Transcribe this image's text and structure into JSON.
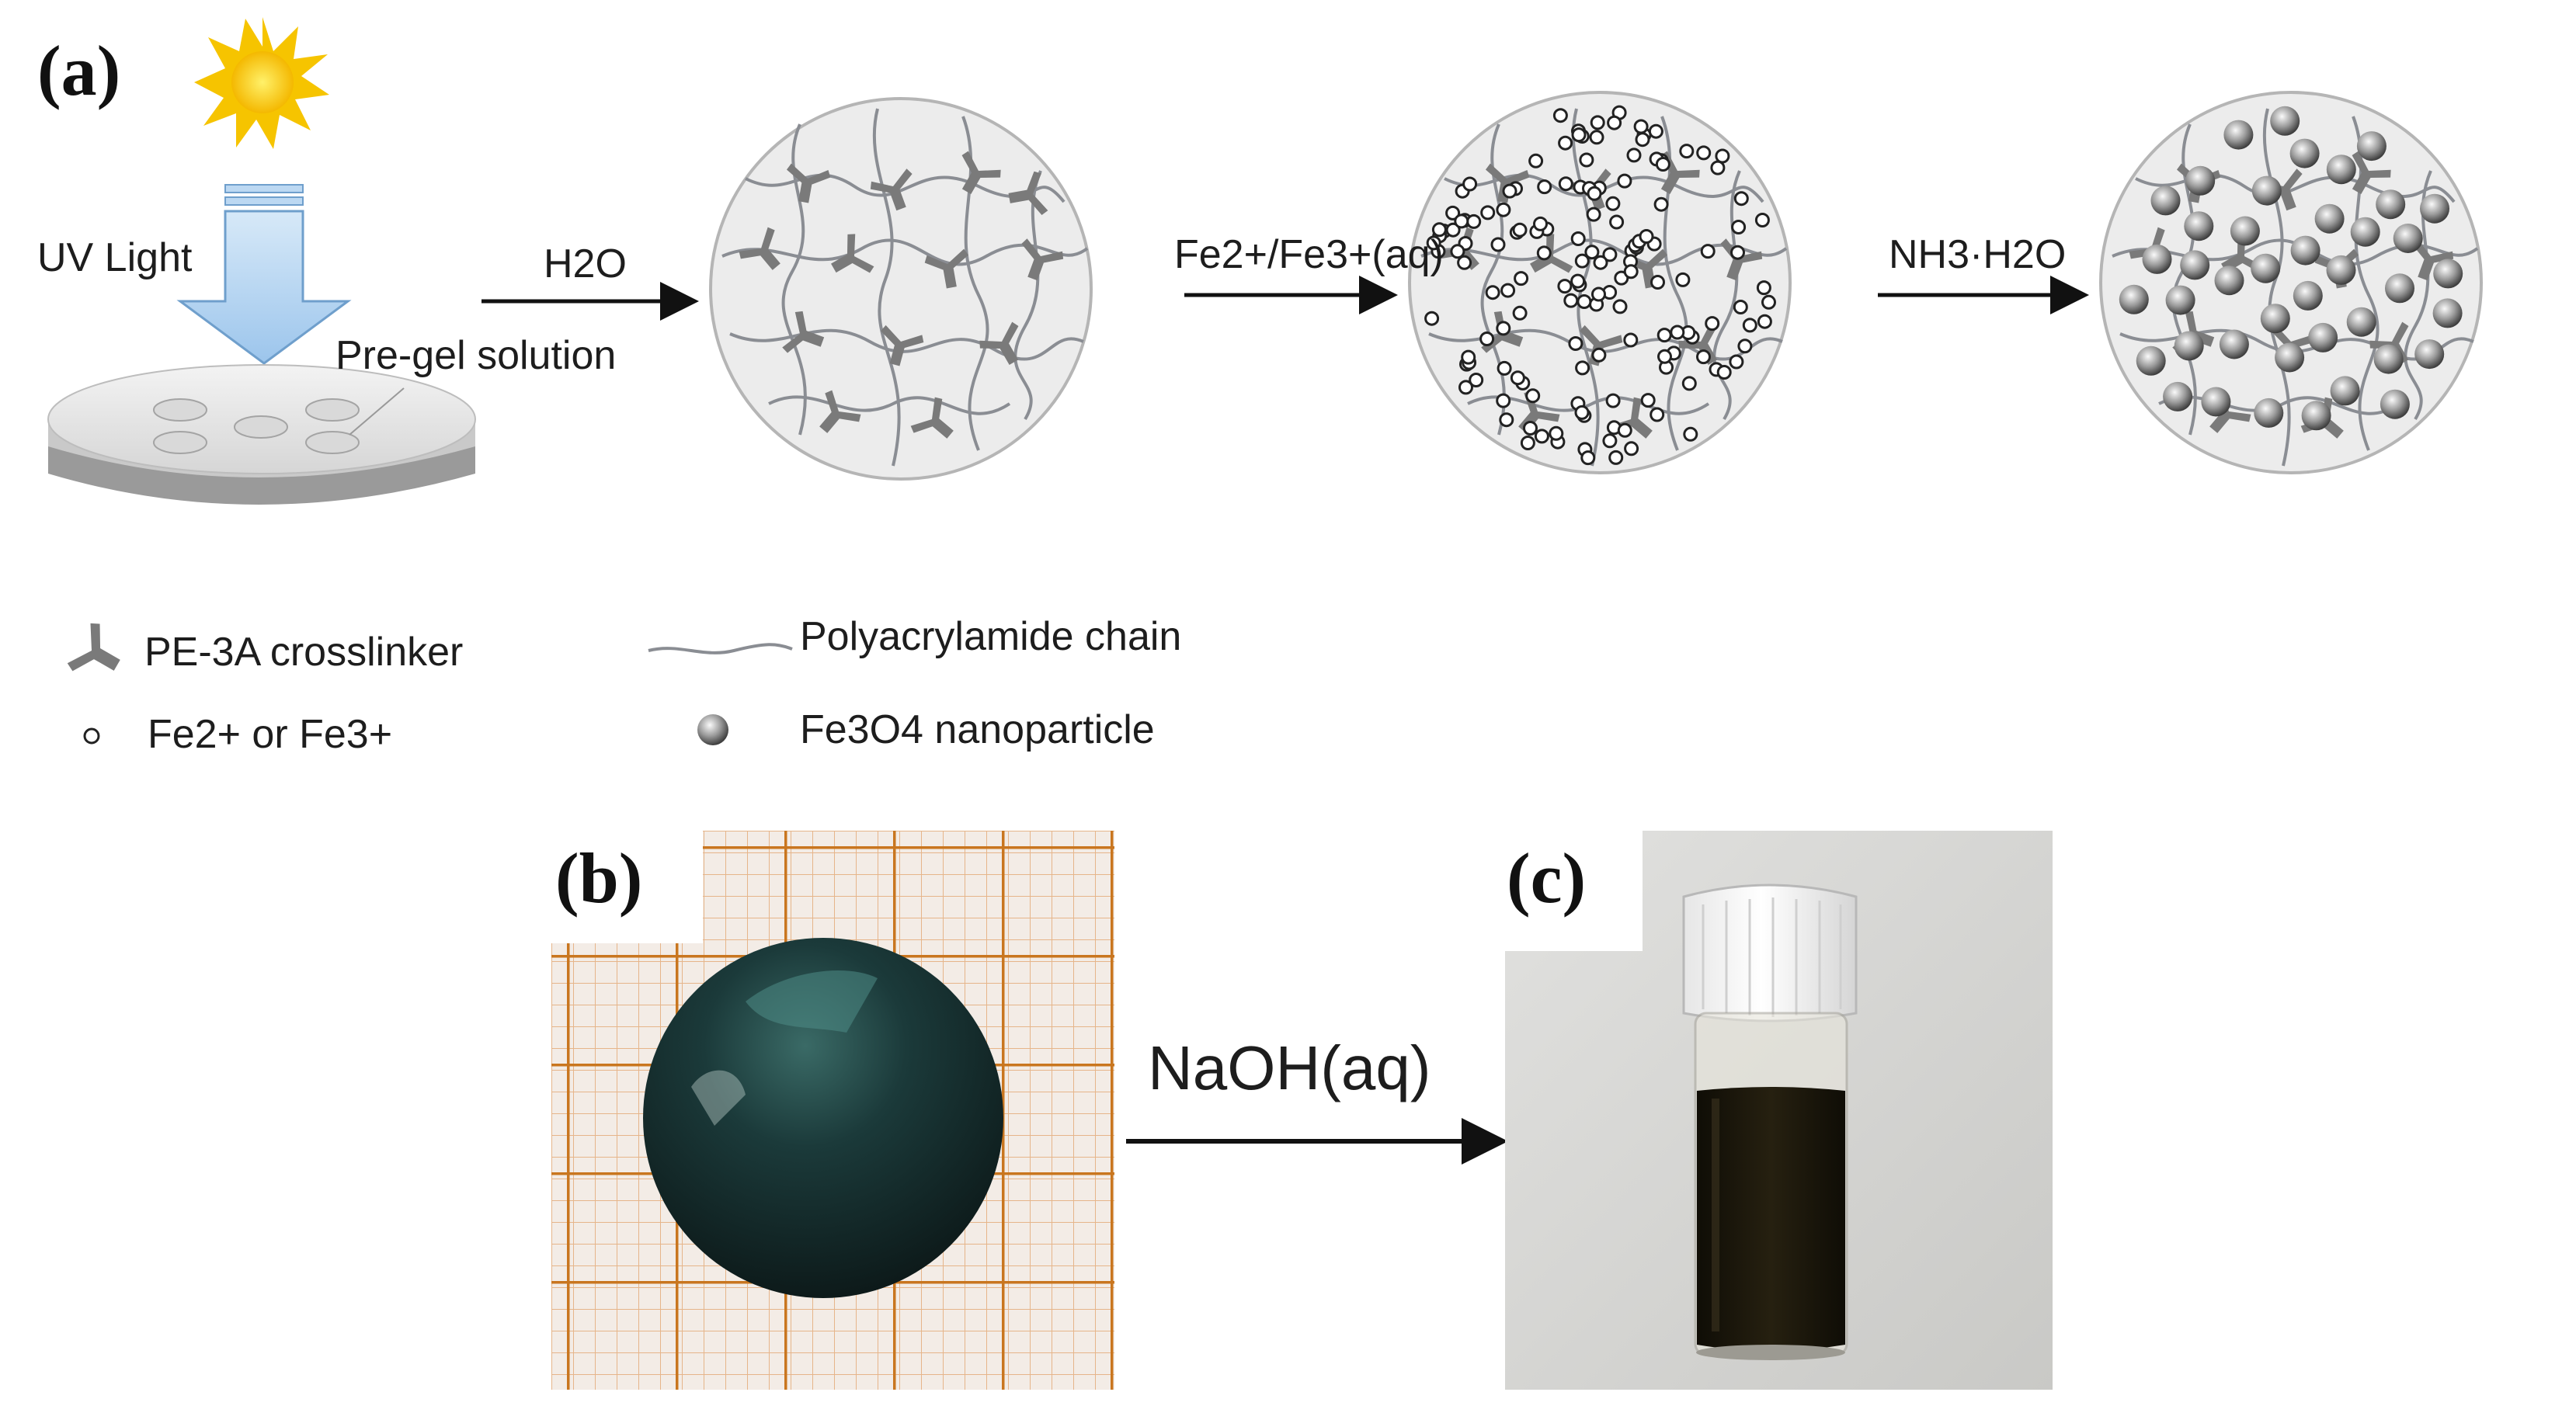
{
  "panels": {
    "a": "(a)",
    "b": "(b)",
    "c": "(c)"
  },
  "scheme": {
    "uv_label": "UV Light",
    "pregel_label": "Pre-gel solution",
    "step1_reagent": "H2O",
    "step2_reagent": "Fe2+/Fe3+(aq)",
    "step3_reagent": "NH3·H2O"
  },
  "legend": {
    "crosslinker": "PE-3A crosslinker",
    "chain": "Polyacrylamide chain",
    "ions": "Fe2+ or Fe3+",
    "nanoparticle": "Fe3O4 nanoparticle"
  },
  "bottom": {
    "reagent": "NaOH(aq)"
  },
  "colors": {
    "sun": "#f6c400",
    "uv_arrow": "#bcd8f2",
    "crosslinker": "#7a7a7a",
    "chain": "#8a8d93",
    "circle_fill": "#ebebeb",
    "grid_orange": "#d98a2b",
    "gel_disk": "#123030",
    "solution": "#1c1608"
  }
}
